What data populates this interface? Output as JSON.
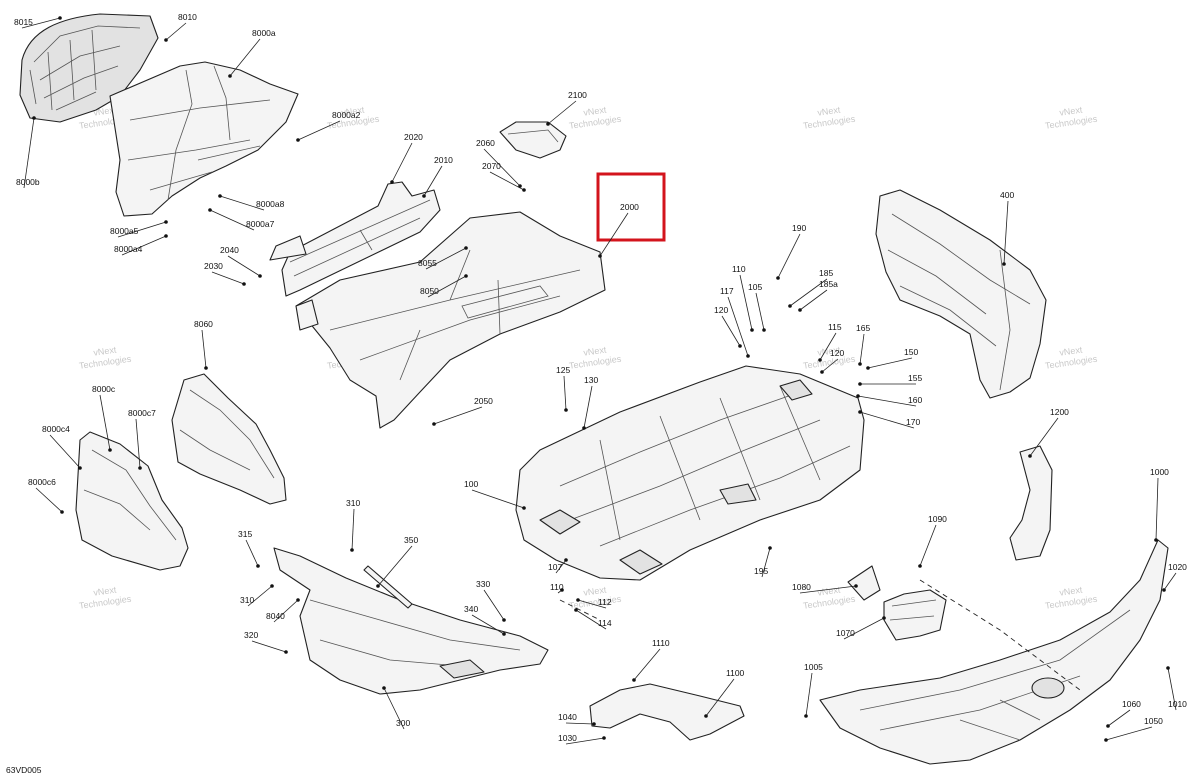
{
  "diagram": {
    "code": "63VD005",
    "highlighted_part": "2000",
    "highlight_color": "#d3141c",
    "watermark_lines": [
      "vNext",
      "Technologies"
    ],
    "part_labels": [
      "8015",
      "8010",
      "8000a",
      "8000a2",
      "8000a8",
      "8000a7",
      "8000a5",
      "8000a4",
      "8000b",
      "2020",
      "2010",
      "2100",
      "2060",
      "2070",
      "2000",
      "2040",
      "2030",
      "8055",
      "8050",
      "2050",
      "8060",
      "8000c",
      "8000c7",
      "8000c4",
      "8000c6",
      "190",
      "110",
      "185",
      "185a",
      "105",
      "117",
      "120",
      "115",
      "165",
      "120",
      "150",
      "155",
      "160",
      "170",
      "125",
      "130",
      "400",
      "1200",
      "100",
      "1090",
      "1000",
      "1020",
      "1010",
      "315",
      "310",
      "350",
      "310",
      "8040",
      "320",
      "300",
      "330",
      "340",
      "107",
      "110",
      "112",
      "114",
      "195",
      "1080",
      "1070",
      "1110",
      "1100",
      "1040",
      "1030",
      "1005",
      "1060",
      "1050"
    ]
  }
}
